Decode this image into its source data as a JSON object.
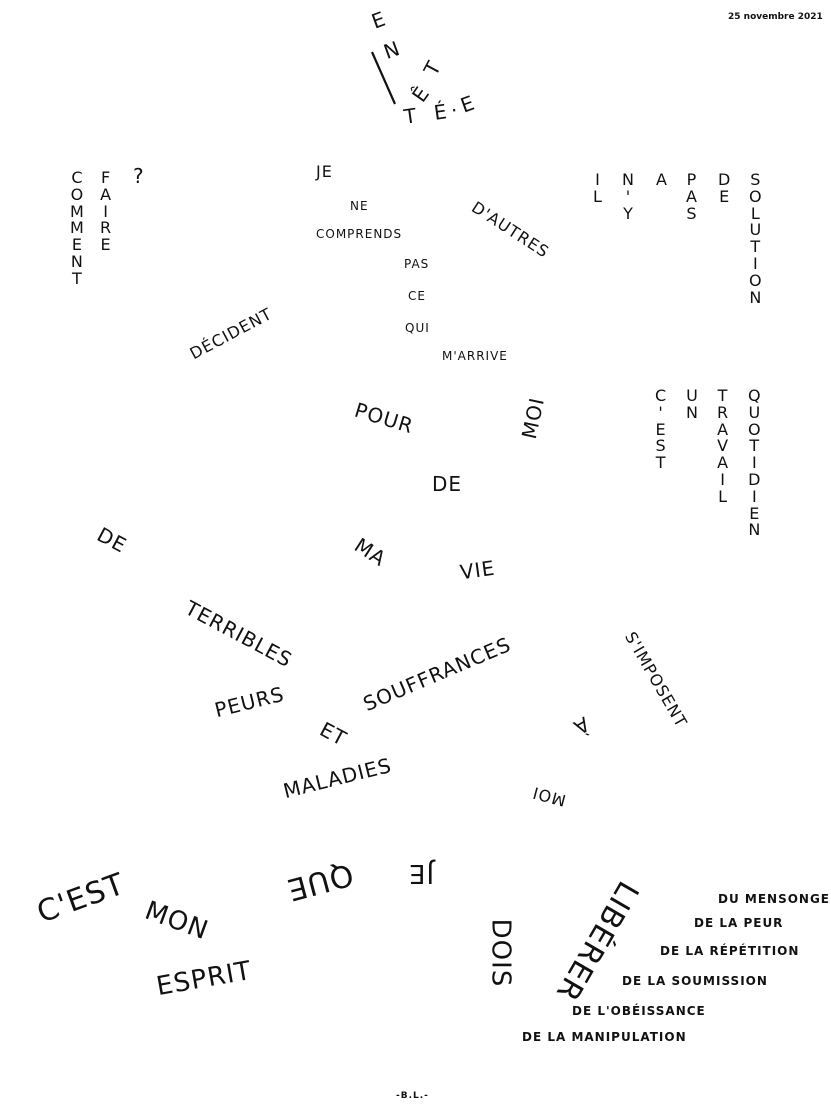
{
  "date": "25 novembre 2021",
  "signature": "-B.L.-",
  "entete": [
    "E",
    "N",
    "T",
    "Ê",
    "T",
    "É",
    "·",
    "E"
  ],
  "comment": "COMMENT",
  "faire": "FAIRE",
  "question": "?",
  "il": "IL",
  "ny": "N'Y",
  "a_letter": "A",
  "pas_vert": "PAS",
  "de_vert": "DE",
  "solution": "SOLUTION",
  "cest_vert": "C'EST",
  "un_vert": "UN",
  "travail": "TRAVAIL",
  "quotidien": "QUOTIDIEN",
  "je": "JE",
  "ne": "NE",
  "comprends": "COMPRENDS",
  "pas": "PAS",
  "ce": "CE",
  "qui": "QUI",
  "marrive": "M'ARRIVE",
  "dautres": "D'AUTRES",
  "decident": "DÉCIDENT",
  "pour": "POUR",
  "moi1": "MOI",
  "de1": "DE",
  "ma": "MA",
  "vie": "VIE",
  "de2": "DE",
  "terribles": "TERRIBLES",
  "souffrances": "SOUFFRANCES",
  "peurs": "PEURS",
  "et": "ET",
  "maladies": "MALADIES",
  "simposent": "S'IMPOSENT",
  "a_grave": "À",
  "moi2": "MOI",
  "cest": "C'EST",
  "mon": "MON",
  "esprit": "ESPRIT",
  "que": "QUE",
  "je2": "JE",
  "dois": "DOIS",
  "liberer": "LIBÉRER",
  "du_mensonge": "DU MENSONGE",
  "de_la_peur": "DE LA PEUR",
  "de_la_repetition": "DE LA RÉPÉTITION",
  "de_la_soumission": "DE LA SOUMISSION",
  "de_lobeissance": "DE L'OBÉISSANCE",
  "de_la_manipulation": "DE LA MANIPULATION"
}
